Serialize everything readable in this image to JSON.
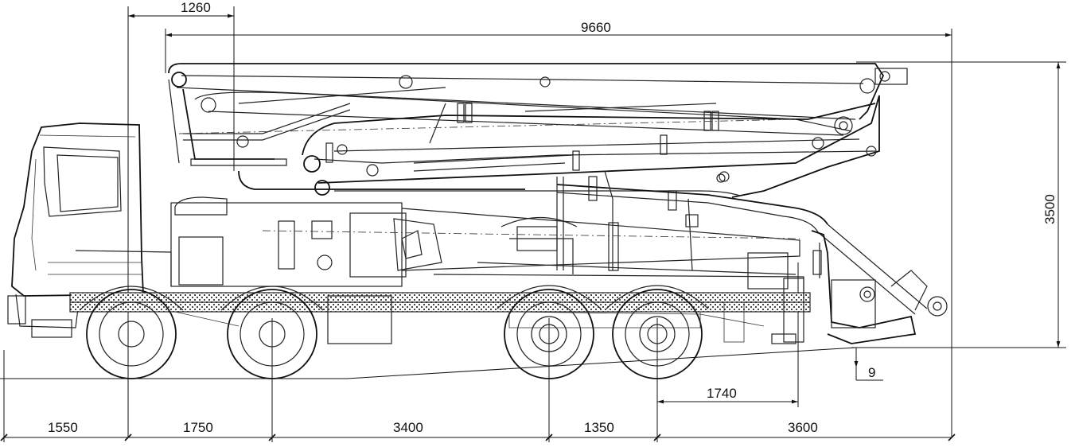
{
  "dimensions": {
    "top": [
      "1260",
      "9660"
    ],
    "right_height": "3500",
    "ground_offset": "9",
    "lower_mid": "1740",
    "bottom": [
      "1550",
      "1750",
      "3400",
      "1350",
      "3600"
    ]
  }
}
